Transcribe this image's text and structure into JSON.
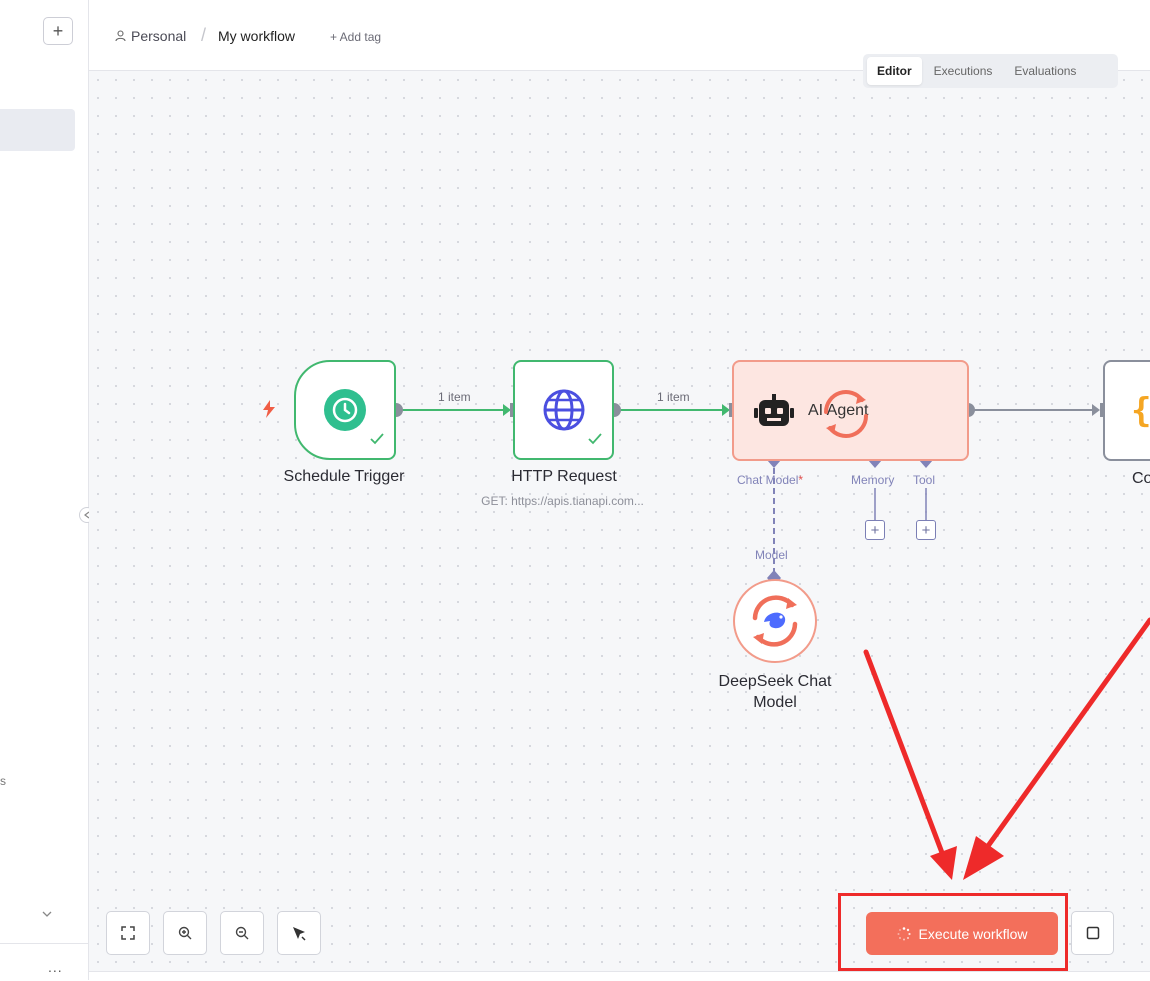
{
  "sidebar": {
    "add_label": "+",
    "partial_text": "s",
    "more_label": "..."
  },
  "header": {
    "breadcrumb": {
      "project": "Personal",
      "separator": "/",
      "workflow_name": "My workflow"
    },
    "add_tag": "+ Add tag",
    "tabs": [
      {
        "label": "Editor",
        "active": true
      },
      {
        "label": "Executions",
        "active": false
      },
      {
        "label": "Evaluations",
        "active": false
      }
    ]
  },
  "nodes": {
    "schedule_trigger": {
      "label": "Schedule Trigger",
      "icon": "clock-icon",
      "status": "success"
    },
    "http_request": {
      "label": "HTTP Request",
      "subtitle": "GET: https://apis.tianapi.com...",
      "icon": "globe-icon",
      "status": "success"
    },
    "ai_agent": {
      "label": "AI Agent",
      "icon": "robot-icon",
      "ports": {
        "chat_model": "Chat Model",
        "required_mark": "*",
        "memory": "Memory",
        "tool": "Tool"
      }
    },
    "code": {
      "label_partial": "Co",
      "icon": "braces-icon"
    },
    "deepseek": {
      "label_line1": "DeepSeek Chat",
      "label_line2": "Model",
      "port_label": "Model",
      "icon": "deepseek-icon"
    }
  },
  "edges": {
    "trigger_to_http": "1 item",
    "http_to_agent": "1 item"
  },
  "controls": {
    "fit_view": "fit-view-icon",
    "zoom_in": "zoom-in-icon",
    "zoom_out": "zoom-out-icon",
    "tidy": "tidy-icon"
  },
  "execute": {
    "label": "Execute workflow",
    "color": "#f36f5b",
    "highlight_color": "#ee2a2a"
  },
  "colors": {
    "success": "#41b86f",
    "agent_border": "#f29b8a",
    "agent_bg": "#fde6e1",
    "port": "#8183b8"
  }
}
